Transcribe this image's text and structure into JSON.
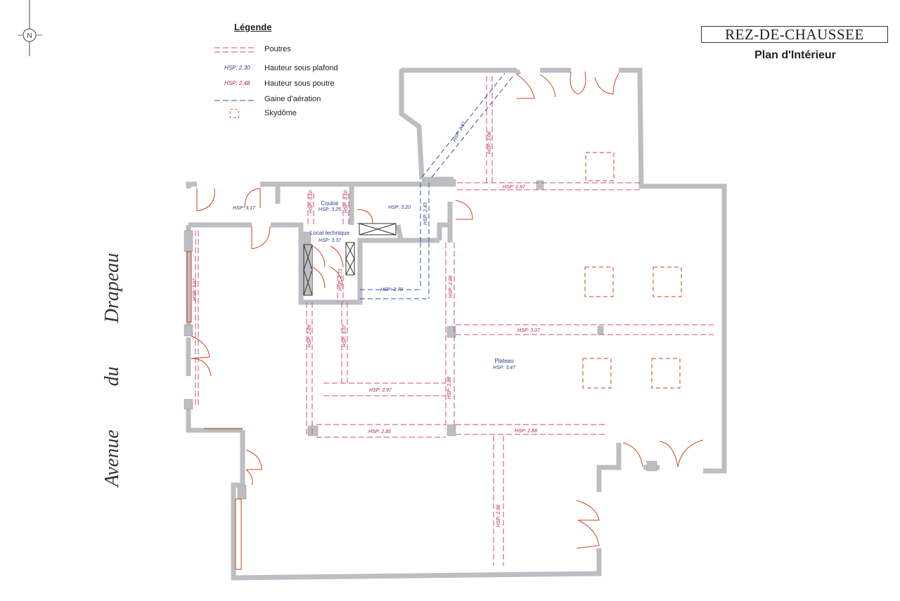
{
  "header": {
    "title": "REZ-DE-CHAUSSEE",
    "subtitle": "Plan d'Intérieur"
  },
  "compass": {
    "north_label": "N"
  },
  "street_label": "Avenue du Drapeau",
  "legend": {
    "title": "Légende",
    "items": [
      {
        "key": "beams",
        "label": "Poutres",
        "sample": ""
      },
      {
        "key": "ceiling_height",
        "label": "Hauteur sous plafond",
        "sample": "HSP: 2.30"
      },
      {
        "key": "beam_height",
        "label": "Hauteur sous poutre",
        "sample": "HSP: 2.48"
      },
      {
        "key": "air_duct",
        "label": "Gaine d'aération",
        "sample": ""
      },
      {
        "key": "skydome",
        "label": "Skydôme",
        "sample": ""
      }
    ]
  },
  "rooms": {
    "couloir": {
      "name": "Couloir",
      "hsp": "HSP: 3.25"
    },
    "local_technique": {
      "name": "Local technique",
      "hsp": "HSP: 3.37"
    },
    "plateau": {
      "name": "Plateau",
      "hsp": "HSP: 3.47"
    }
  },
  "ceiling_heights": {
    "entrance": "HSP: 3.17",
    "corridor_right": "HSP: 3.20",
    "passage": "HSP: 2.70",
    "duct_diag": "HSP: 2.51",
    "duct_vertical": "HSP: 2.43"
  },
  "beam_heights": {
    "north_vertical": "HSP: 3.08",
    "north_horizontal": "HSP: 2.97",
    "couloir_beam_a": "HSP: 3.10",
    "couloir_beam_b": "HSP: 3.10",
    "facade": "HSP: 3.02",
    "tech_vertical": "HSP: 2.71",
    "center_vertical": "HSP: 2.88",
    "mid_horizontal": "HSP: 3.07",
    "left_vertical_a": "HSP: 2.89",
    "left_vertical_b": "HSP: 3.07",
    "inner_horizontal": "HSP: 2.97",
    "center_vertical_low": "HSP: 2.88",
    "low_horizontal_left": "HSP: 2.86",
    "low_horizontal_right": "HSP: 2.88",
    "south_vertical": "HSP: 2.98"
  },
  "colors": {
    "wall": "#bdbec2",
    "beam": "#d64a78",
    "duct": "#3a4fa0",
    "door": "#c8461e",
    "hsp_text": "#2a3a8c",
    "beam_text": "#b02050"
  }
}
